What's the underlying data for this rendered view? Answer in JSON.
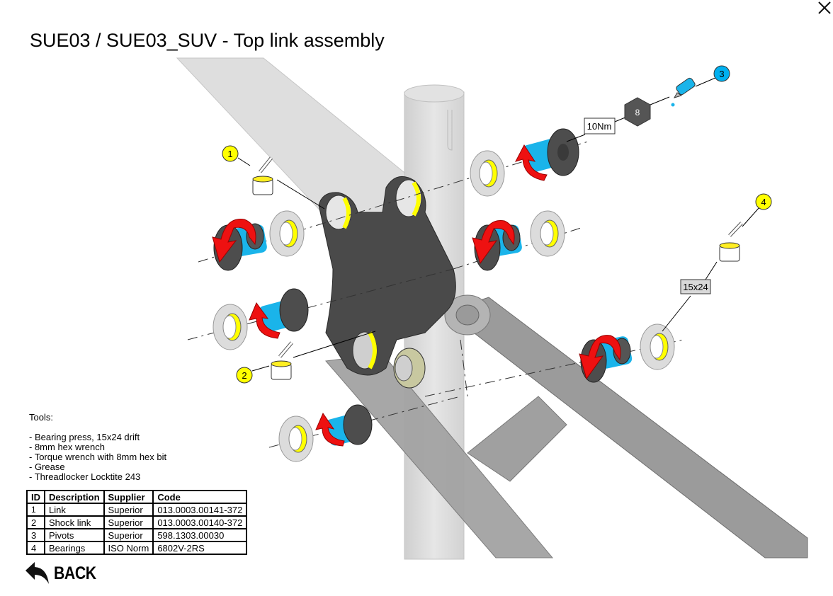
{
  "header": {
    "title": "SUE03 / SUE03_SUV - Top link assembly",
    "close_icon": "close-x-icon"
  },
  "diagram": {
    "callouts": [
      {
        "id": "1",
        "color": "#ffff00"
      },
      {
        "id": "2",
        "color": "#ffff00"
      },
      {
        "id": "3",
        "color": "#00b0f0"
      },
      {
        "id": "4",
        "color": "#ffff00"
      }
    ],
    "torque_label": "10Nm",
    "hex_size_label": "8",
    "bearing_tool_label": "15x24",
    "colors": {
      "link": "#4a4a4a",
      "frame": "#9a9a9a",
      "frame_ghost": "#d6d6d6",
      "pivot": "#1ab4ea",
      "pivot_cap": "#4d4d4d",
      "arrow": "#ee1111",
      "bearing": "#dcdcdc",
      "bearing_inner": "#ffff00",
      "grease": "#ffee22"
    }
  },
  "tools": {
    "heading": "Tools:",
    "items": [
      "- Bearing press, 15x24 drift",
      "- 8mm hex wrench",
      "- Torque wrench with 8mm hex bit",
      "- Grease",
      "- Threadlocker Locktite 243"
    ]
  },
  "parts_table": {
    "headers": [
      "ID",
      "Description",
      "Supplier",
      "Code"
    ],
    "rows": [
      [
        "1",
        "Link",
        "Superior",
        "013.0003.00141-372"
      ],
      [
        "2",
        "Shock link",
        "Superior",
        "013.0003.00140-372"
      ],
      [
        "3",
        "Pivots",
        "Superior",
        "598.1303.00030"
      ],
      [
        "4",
        "Bearings",
        "ISO Norm",
        "6802V-2RS"
      ]
    ]
  },
  "footer": {
    "back_label": "BACK"
  }
}
